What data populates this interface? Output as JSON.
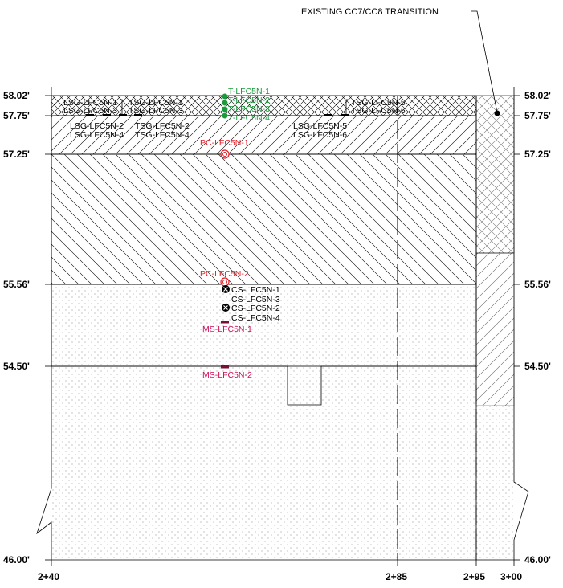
{
  "callout": "EXISTING CC7/CC8 TRANSITION",
  "elevations": [
    "58.02'",
    "57.75'",
    "57.25'",
    "55.56'",
    "54.50'",
    "46.00'"
  ],
  "stations": [
    "2+40",
    "2+85",
    "2+95",
    "3+00"
  ],
  "instruments": {
    "lsg_left": [
      "LSG-LFC5N-1",
      "LSG-LFC5N-3",
      "LSG-LFC5N-2",
      "LSG-LFC5N-4"
    ],
    "tsg_left": [
      "TSG-LFC5N-1",
      "TSG-LFC5N-3",
      "TSG-LFC5N-2",
      "TSG-LFC5N-4"
    ],
    "thermistors": [
      "T-LFC5N-1",
      "T-LFC5N-2",
      "T-LFC5N-3",
      "T-LFC5N-4"
    ],
    "tsg_right": [
      "TSG-LFC5N-5",
      "TSG-LFC5N-6"
    ],
    "lsg_right": [
      "LSG-LFC5N-5",
      "LSG-LFC5N-6"
    ],
    "pressure_cells": [
      "PC-LFC5N-1",
      "PC-LFC5N-2"
    ],
    "concrete_sensors": [
      "CS-LFC5N-1",
      "CS-LFC5N-3",
      "CS-LFC5N-2",
      "CS-LFC5N-4"
    ],
    "moisture_sensors": [
      "MS-LFC5N-1",
      "MS-LFC5N-2"
    ]
  },
  "colors": {
    "line": "#000000",
    "thermistor": "#1a9a3a",
    "pressure_cell": "#e0202a",
    "moisture_sensor": "#d0105a"
  }
}
